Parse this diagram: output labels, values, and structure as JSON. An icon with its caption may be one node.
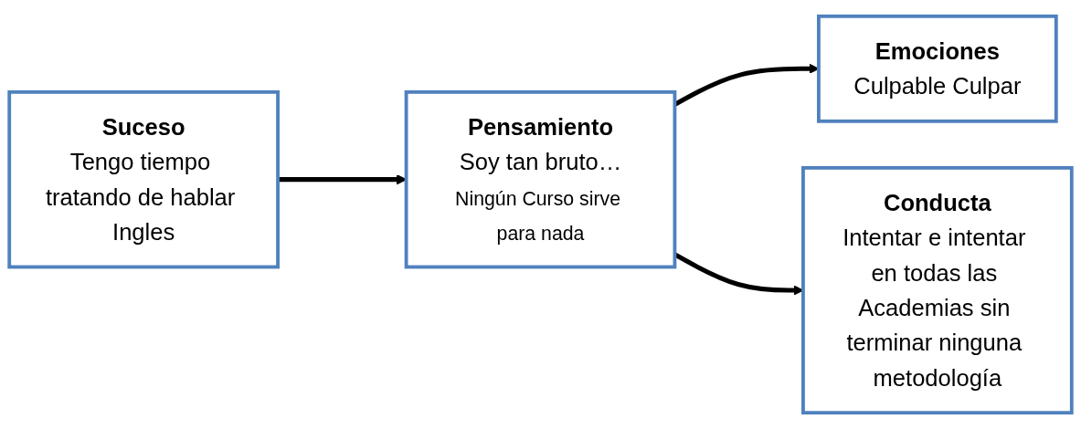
{
  "diagram": {
    "nodes": [
      {
        "text": [
          "Suceso",
          "Tengo tiempo tratando de hablar Ingles"
        ]
      },
      {
        "text": [
          "Pensamiento",
          "Soy tan bruto…",
          "Ningún Curso sirve para nada"
        ]
      },
      {
        "text": [
          "Emociones",
          "Culpable Culpar"
        ]
      },
      {
        "text": [
          "Conducta",
          "Intentar e intentar en todas las Academias sin terminar ninguna metodología"
        ]
      }
    ],
    "edges": [
      {
        "from": 0,
        "to": 1,
        "arrow": "to"
      },
      {
        "from": 1,
        "to": 2,
        "arrow": "to"
      },
      {
        "from": 1,
        "to": 3,
        "arrow": "to"
      }
    ]
  }
}
